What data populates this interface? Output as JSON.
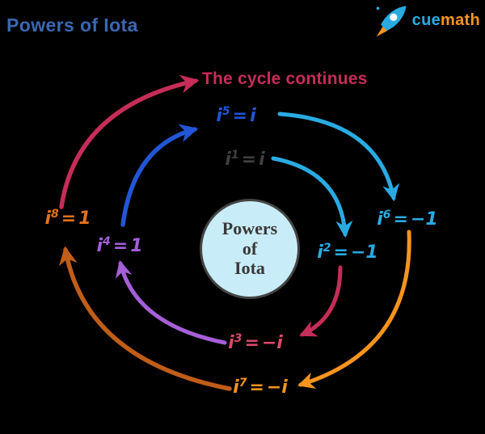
{
  "header": {
    "title": "Powers of Iota"
  },
  "logo": {
    "icon": "rocket-icon",
    "brand_cue": "cue",
    "brand_math": "math"
  },
  "cycle_text": "The cycle continues",
  "center_circle": {
    "lines": [
      "Powers",
      "of",
      "Iota"
    ]
  },
  "powers": {
    "i1": {
      "base": "i",
      "exp": "1",
      "equals": "=",
      "value": "i",
      "color": "#3f3f3f"
    },
    "i2": {
      "base": "i",
      "exp": "2",
      "equals": "=",
      "value": "−1",
      "color": "#29abe2"
    },
    "i3": {
      "base": "i",
      "exp": "3",
      "equals": "=",
      "value": "−i",
      "color": "#dd4768"
    },
    "i4": {
      "base": "i",
      "exp": "4",
      "equals": "=",
      "value": "1",
      "color": "#a55fd8"
    },
    "i5": {
      "base": "i",
      "exp": "5",
      "equals": "=",
      "value": "i",
      "color": "#2156d6"
    },
    "i6": {
      "base": "i",
      "exp": "6",
      "equals": "=",
      "value": "−1",
      "color": "#29abe2"
    },
    "i7": {
      "base": "i",
      "exp": "7",
      "equals": "=",
      "value": "−i",
      "color": "#f7941e"
    },
    "i8": {
      "base": "i",
      "exp": "8",
      "equals": "=",
      "value": "1",
      "color": "#e2731c"
    }
  },
  "arrows": [
    {
      "from": "i1",
      "to": "i2",
      "color_name": "cyan"
    },
    {
      "from": "i2",
      "to": "i3",
      "color_name": "crimson"
    },
    {
      "from": "i3",
      "to": "i4",
      "color_name": "purple"
    },
    {
      "from": "i4",
      "to": "i5",
      "color_name": "royal_blue"
    },
    {
      "from": "i5",
      "to": "i6",
      "color_name": "cyan"
    },
    {
      "from": "i6",
      "to": "i7",
      "color_name": "orange"
    },
    {
      "from": "i7",
      "to": "i8",
      "color_name": "dark_orange"
    },
    {
      "from": "i8",
      "to": "cycle-continues",
      "color_name": "crimson"
    }
  ],
  "colors": {
    "background": "#000000",
    "title_blue": "#3a68b2",
    "crimson": "#c62d58",
    "royal_blue": "#2156d6",
    "cyan": "#29abe2",
    "orange": "#f7941e",
    "mid_orange": "#e2731c",
    "dark_orange": "#c05d18",
    "purple": "#a55fd8",
    "dark_gray": "#3f3f3f",
    "circle_fill": "#c9edf8",
    "circle_border": "#444444",
    "circle_text": "#383838"
  }
}
